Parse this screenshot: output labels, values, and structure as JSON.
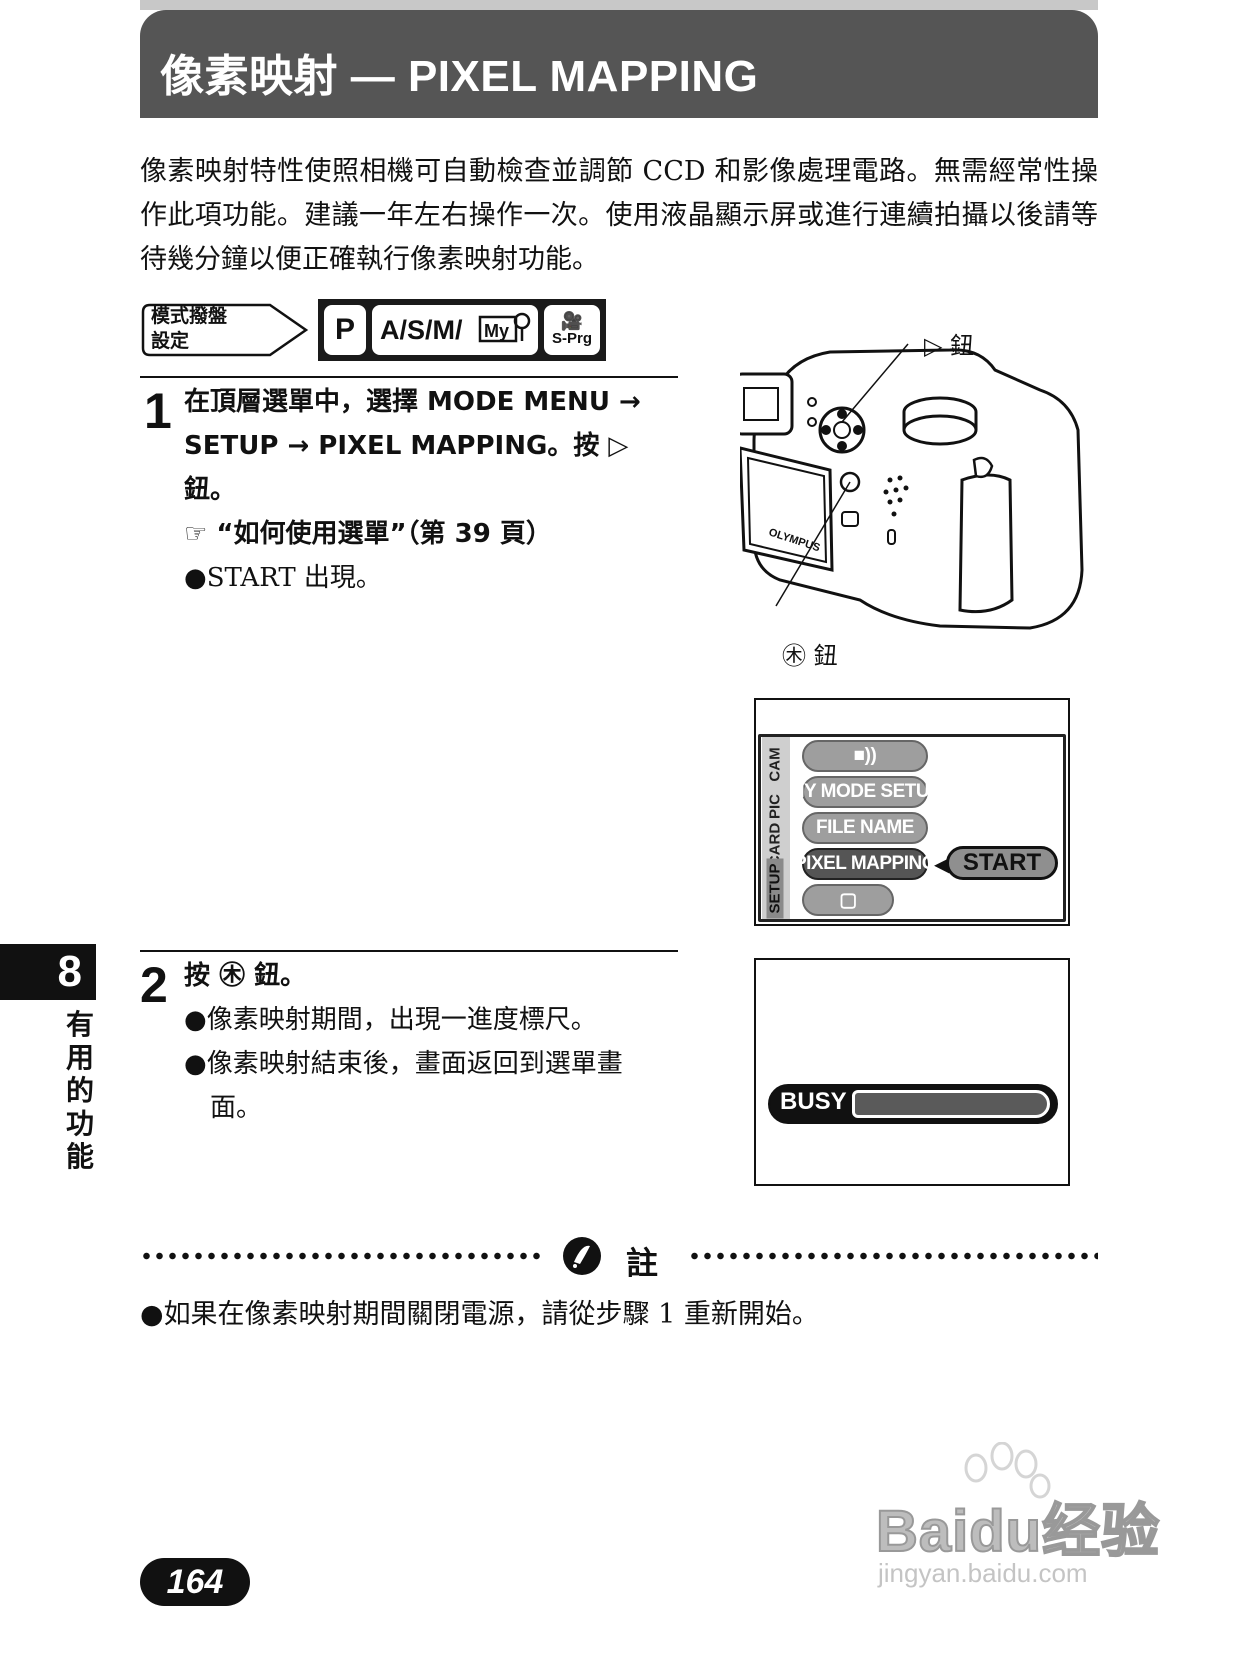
{
  "title": "像素映射 — PIXEL MAPPING",
  "intro": "像素映射特性使照相機可自動檢查並調節 CCD 和影像處理電路。無需經常性操作此項功能。建議一年左右操作一次。使用液晶顯示屏或進行連續拍攝以後請等待幾分鐘以便正確執行像素映射功能。",
  "mode_dial": {
    "label_line1": "模式撥盤",
    "label_line2": "設定",
    "modes": [
      "P",
      "A/S/M/",
      "S-Prg"
    ]
  },
  "step1": {
    "number": "1",
    "line1": "在頂層選單中，選擇 MODE MENU →",
    "line2": "SETUP → PIXEL MAPPING。按 ▷",
    "line3": "鈕。",
    "ref_symbol": "☞",
    "ref": "“如何使用選單”（第 39 頁）",
    "bullet": "START 出現。"
  },
  "camera": {
    "label_right": "▷ 鈕",
    "label_ok": "鈕",
    "brand": "OLYMPUS"
  },
  "lcd_menu": {
    "tabs": [
      "CAM",
      "PIC",
      "CARD",
      "SETUP"
    ],
    "items": [
      "■))",
      "MY MODE SETUP",
      "FILE NAME",
      "PIXEL MAPPING",
      "▢"
    ],
    "start_label": "START"
  },
  "busy_screen": {
    "label": "BUSY"
  },
  "step2": {
    "number": "2",
    "line1_prefix": "按",
    "line1_suffix": "鈕。",
    "bullet1": "像素映射期間，出現一進度標尺。",
    "bullet2_line1": "像素映射結束後，畫面返回到選單畫",
    "bullet2_line2": "面。"
  },
  "chapter": {
    "number": "8",
    "name": "有用的功能"
  },
  "note": {
    "title": "註",
    "text": "如果在像素映射期間關閉電源，請從步驟 1  重新開始。"
  },
  "page_number": "164",
  "watermark": {
    "brand": "Baidu经验",
    "url": "jingyan.baidu.com"
  }
}
